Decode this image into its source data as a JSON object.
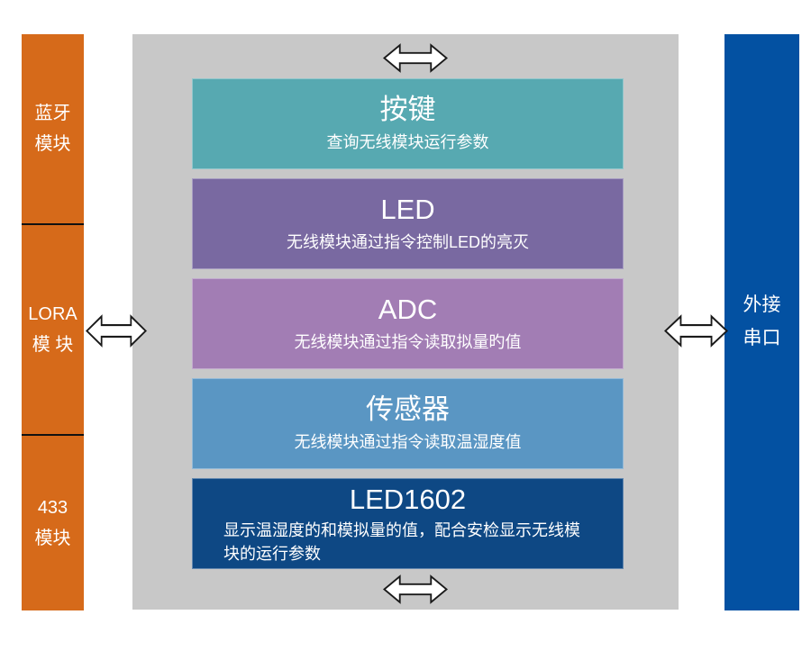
{
  "diagram": {
    "title": "wireless module system block diagram",
    "colors": {
      "left_rail": "#D66A1A",
      "right_rail": "#0351A2",
      "panel_gray": "#C8C8C8",
      "block_button": "#57A9B1",
      "block_led": "#7969A1",
      "block_adc": "#A27DB4",
      "block_sensor": "#5A96C3",
      "block_led1602": "#0E4884"
    },
    "left_rail": {
      "sections": [
        {
          "label": "蓝牙\n模块"
        },
        {
          "label": "LORA\n模 块"
        },
        {
          "label": "433\n模块"
        }
      ]
    },
    "right_rail": {
      "label": "外接\n串口"
    },
    "blocks": [
      {
        "title": "按键",
        "desc": "查询无线模块运行参数"
      },
      {
        "title": "LED",
        "desc": "无线模块通过指令控制LED的亮灭"
      },
      {
        "title": "ADC",
        "desc": "无线模块通过指令读取拟量旳值"
      },
      {
        "title": "传感器",
        "desc": "无线模块通过指令读取温湿度值"
      },
      {
        "title": "LED1602",
        "desc": "显示温湿度的和模拟量的值，配合安检显示无线模块的运行参数"
      }
    ],
    "icons": {
      "top": "double-horizontal-arrow-icon",
      "bottom": "double-horizontal-arrow-icon",
      "left": "double-horizontal-arrow-icon",
      "right": "double-horizontal-arrow-icon"
    }
  }
}
